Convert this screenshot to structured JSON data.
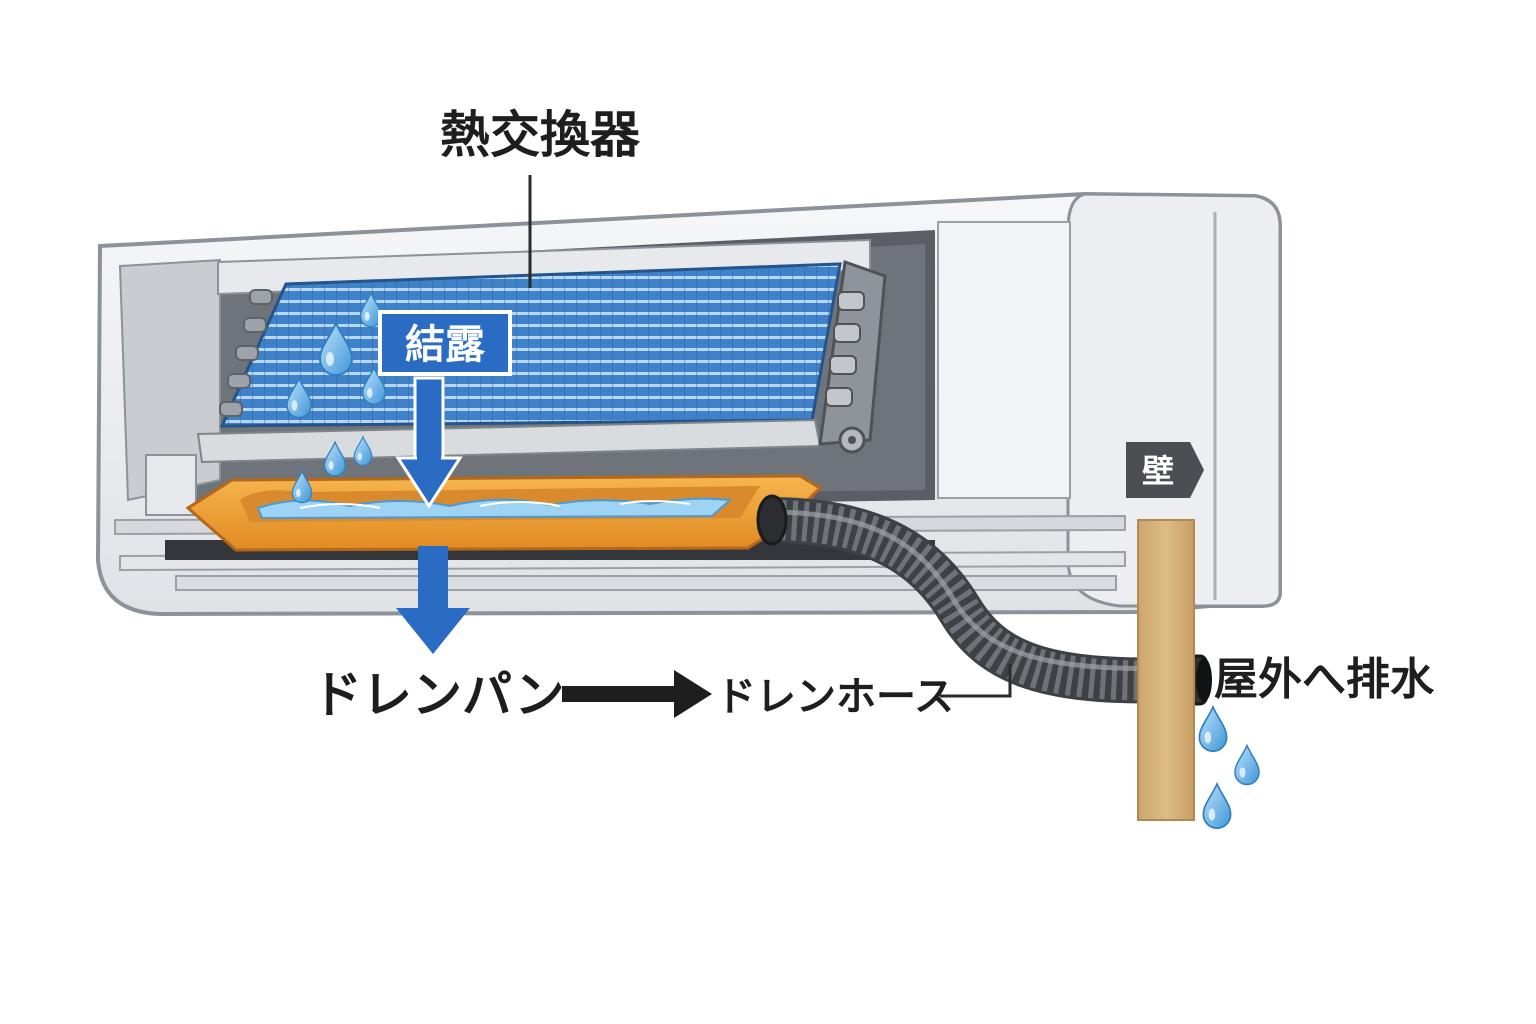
{
  "labels": {
    "heat_exchanger": "熱交換器",
    "condensation": "結露",
    "drain_pan": "ドレンパン",
    "drain_hose": "ドレンホース",
    "wall": "壁",
    "outdoor_drain": "屋外へ排水"
  },
  "colors": {
    "unit_body": "#eef0f3",
    "unit_outline": "#8c9299",
    "coil_blue": "#3d7fc6",
    "drain_pan_orange": "#f0a43a",
    "hose_gray": "#4a4d52",
    "arrow_blue": "#2a6cc4",
    "wall_wood": "#d7b47c",
    "water_blue": "#5aaee8"
  },
  "icons": {
    "water_drop": "water-drop-icon",
    "flow_arrow": "arrow-down-icon",
    "process_arrow": "arrow-right-icon"
  }
}
